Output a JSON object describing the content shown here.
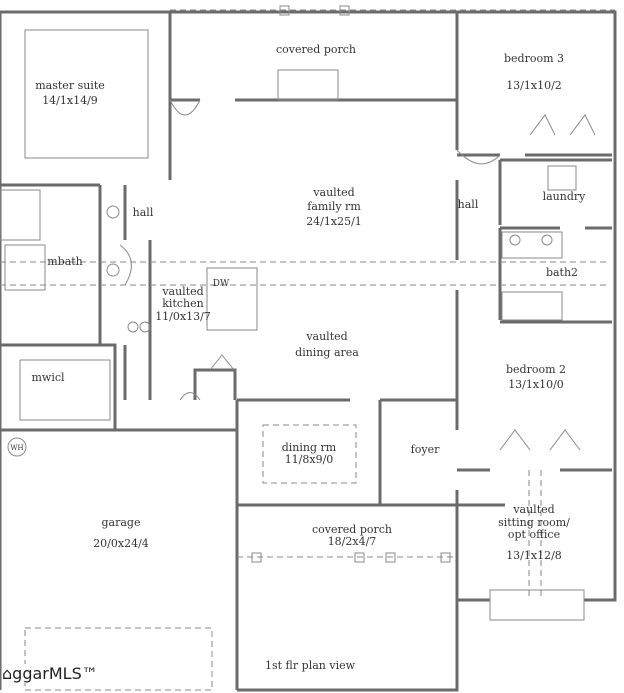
{
  "rooms": {
    "covered_porch_top": "covered porch",
    "master_suite": {
      "name": "master suite",
      "dims": "14/1x14/9"
    },
    "bedroom3": {
      "name": "bedroom 3",
      "dims": "13/1x10/2"
    },
    "hall_left": "hall",
    "hall_right": "hall",
    "family_rm": {
      "line1": "vaulted",
      "line2": "family rm",
      "dims": "24/1x25/1"
    },
    "laundry": "laundry",
    "mbath": "mbath",
    "bath2": "bath2",
    "kitchen": {
      "line1": "vaulted",
      "line2": "kitchen",
      "dims": "11/0x13/7"
    },
    "dishwasher": "DW",
    "dining_area": {
      "line1": "vaulted",
      "line2": "dining area"
    },
    "mwicl": "mwicl",
    "bedroom2": {
      "name": "bedroom 2",
      "dims": "13/1x10/0"
    },
    "water_heater": "WH",
    "dining_rm": {
      "name": "dining rm",
      "dims": "11/8x9/0"
    },
    "foyer": "foyer",
    "garage": {
      "name": "garage",
      "dims": "20/0x24/4"
    },
    "covered_porch_bottom": {
      "name": "covered porch",
      "dims": "18/2x4/7"
    },
    "sitting_room": {
      "line1": "vaulted",
      "line2": "sitting room/",
      "line3": "opt office",
      "dims": "13/1x12/8"
    }
  },
  "caption": "1st flr plan view",
  "watermark": "ggarMLS™"
}
